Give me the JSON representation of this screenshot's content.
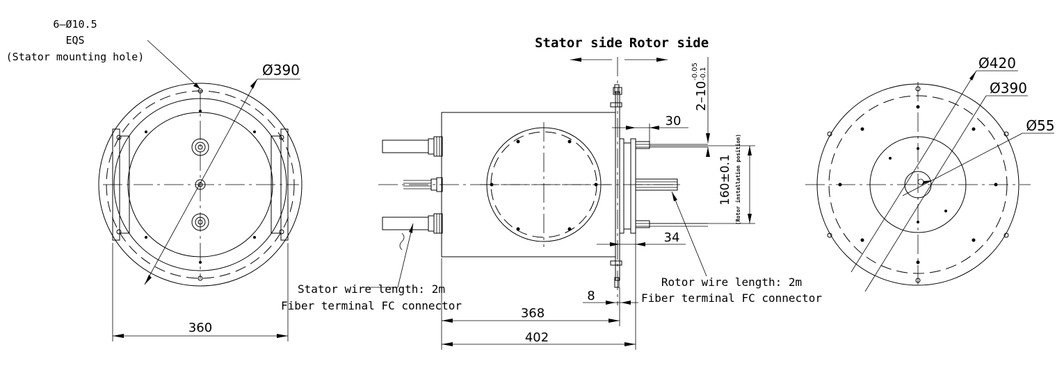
{
  "labels": {
    "stator_hole_count_dia": "6–Ø10.5",
    "stator_hole_eqs": "EQS",
    "stator_hole_desc": "(Stator mounting hole)",
    "left_dia_390": "Ø390",
    "left_width_360": "360",
    "stator_side": "Stator side",
    "rotor_side": "Rotor side",
    "flange_tolerance_base": "2–10",
    "flange_tolerance_upper": "-0.05",
    "flange_tolerance_lower": "-0.1",
    "dim_30": "30",
    "dim_34": "34",
    "dim_160": "160±0.1",
    "rotor_install_position": "(Rotor installation position)",
    "stator_wire_length": "Stator wire length: 2m",
    "stator_fiber_terminal": "Fiber terminal FC connector",
    "rotor_wire_length": "Rotor wire length: 2m",
    "rotor_fiber_terminal": "Fiber terminal FC connector",
    "dim_8": "8",
    "dim_368": "368",
    "dim_402": "402",
    "right_dia_420": "Ø420",
    "right_dia_390": "Ø390",
    "right_dia_55": "Ø55"
  }
}
